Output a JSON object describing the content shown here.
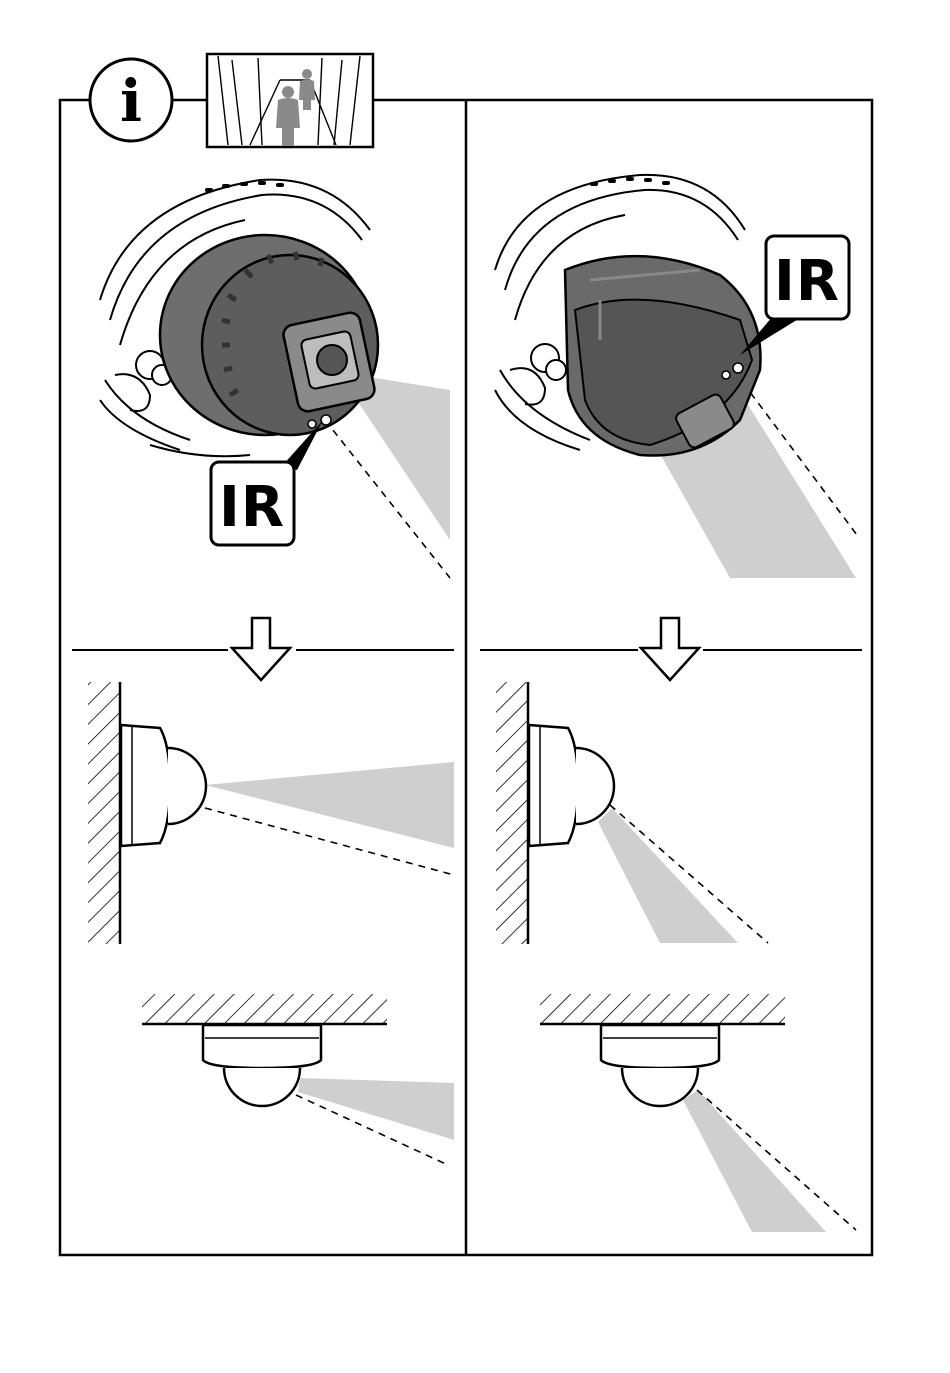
{
  "info_symbol": {
    "glyph": "i",
    "icon": "info-icon"
  },
  "panels": {
    "left": {
      "ir_label": "IR"
    },
    "right": {
      "ir_label": "IR"
    }
  },
  "colors": {
    "line": "#000000",
    "beam": "#cfcfcf",
    "camera_body": "#6e6e6e",
    "camera_dark": "#4a4a4a"
  }
}
